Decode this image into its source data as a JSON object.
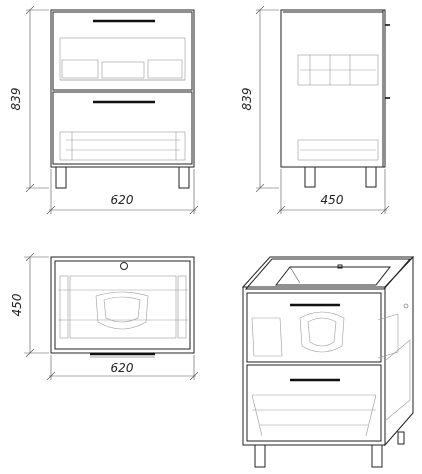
{
  "drawing": {
    "front_view": {
      "height_label": "839",
      "width_label": "620"
    },
    "side_view": {
      "height_label": "839",
      "depth_label": "450"
    },
    "top_view": {
      "depth_label": "450",
      "width_label": "620"
    },
    "iso_view": {}
  },
  "colors": {
    "line": "#222222",
    "detail": "#9a9a9a",
    "background": "#ffffff"
  }
}
